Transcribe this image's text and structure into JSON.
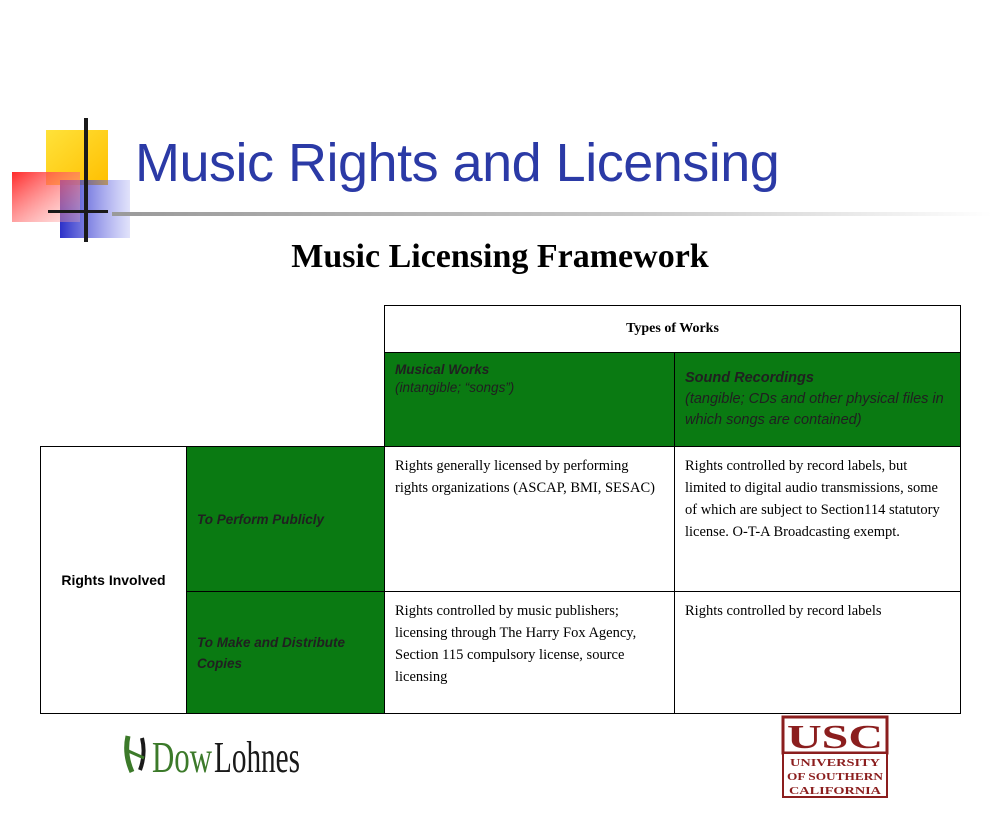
{
  "slide": {
    "title": "Music Rights and Licensing",
    "subtitle": "Music Licensing Framework"
  },
  "table": {
    "types_header": "Types of Works",
    "columns": [
      {
        "name": "Musical Works",
        "note": "(intangible; “songs”)"
      },
      {
        "name": "Sound Recordings",
        "note": "(tangible; CDs and other physical files in which songs are contained)"
      }
    ],
    "rights_header": "Rights Involved",
    "rows": [
      {
        "label": "To Perform Publicly",
        "cells": [
          "Rights generally licensed by performing rights organizations (ASCAP, BMI, SESAC)",
          "Rights controlled by record labels, but limited to digital audio transmissions, some of which are subject to Section114 statutory license.  O-T-A Broadcasting exempt."
        ]
      },
      {
        "label": "To Make and Distribute Copies",
        "cells": [
          "Rights controlled by music publishers; licensing through The Harry Fox Agency, Section 115 compulsory license, source licensing",
          "Rights controlled by record labels"
        ]
      }
    ]
  },
  "logos": {
    "left": {
      "part1": "Dow",
      "part2": "Lohnes",
      "icon": "dowlohnes-mark-icon"
    },
    "right": {
      "main": "USC",
      "line1": "UNIVERSITY",
      "line2": "OF SOUTHERN",
      "line3": "CALIFORNIA"
    }
  },
  "colors": {
    "title": "#2b3aa6",
    "cell_green": "#0a7a12",
    "usc_cardinal": "#8b1e1e",
    "dowlohnes_green": "#3c7a2a",
    "deco_yellow": "#ffd400",
    "deco_blue": "#3b3fd0",
    "deco_red": "#ff4040"
  }
}
